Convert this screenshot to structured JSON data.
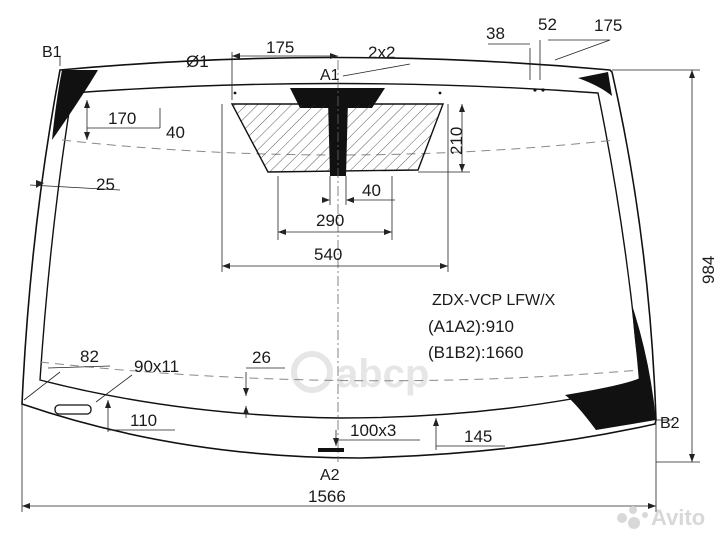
{
  "labels": {
    "b1": "B1",
    "b2": "B2",
    "a1": "A1",
    "a2": "A2"
  },
  "dimensions": {
    "phi1": "Ø1",
    "d175_top": "175",
    "d2x2": "2x2",
    "d38": "38",
    "d52": "52",
    "d175_right": "175",
    "d170": "170",
    "d40_left": "40",
    "d210": "210",
    "d25": "25",
    "d40_mid": "40",
    "d290": "290",
    "d540": "540",
    "d984": "984",
    "d82": "82",
    "d90x11": "90x11",
    "d26": "26",
    "d110": "110",
    "d100x3": "100x3",
    "d145": "145",
    "d1566": "1566"
  },
  "spec": {
    "model": "ZDX-VCP LFW/X",
    "a1a2": "(A1A2):910",
    "b1b2": "(B1B2):1660"
  },
  "watermarks": {
    "brand": "abcp",
    "site": "Avito"
  }
}
